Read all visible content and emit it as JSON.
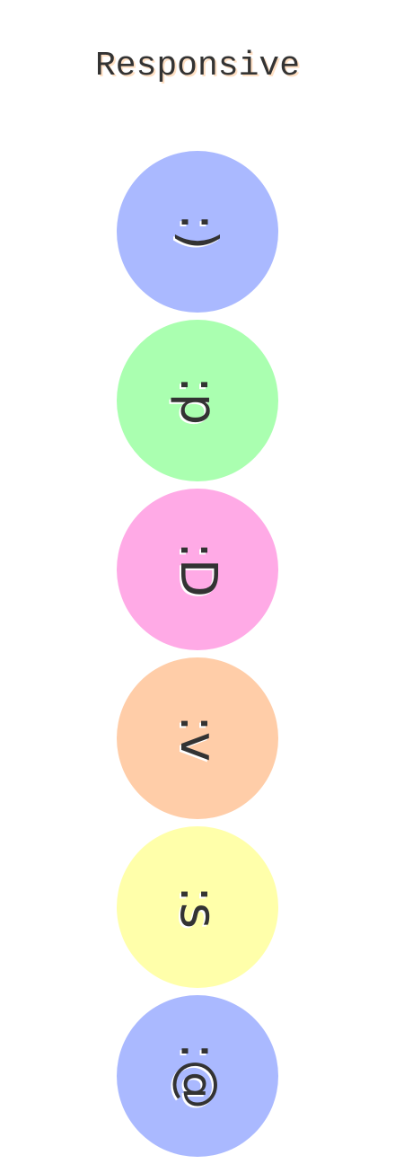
{
  "page": {
    "title": "Responsive"
  },
  "faces": [
    {
      "emoticon": ":)",
      "color": "#aab9ff"
    },
    {
      "emoticon": ":p",
      "color": "#aaffb0"
    },
    {
      "emoticon": ":D",
      "color": "#ffaae6"
    },
    {
      "emoticon": ":v",
      "color": "#ffcda8"
    },
    {
      "emoticon": ":s",
      "color": "#ffffaa"
    },
    {
      "emoticon": ":@",
      "color": "#aab9ff"
    }
  ]
}
